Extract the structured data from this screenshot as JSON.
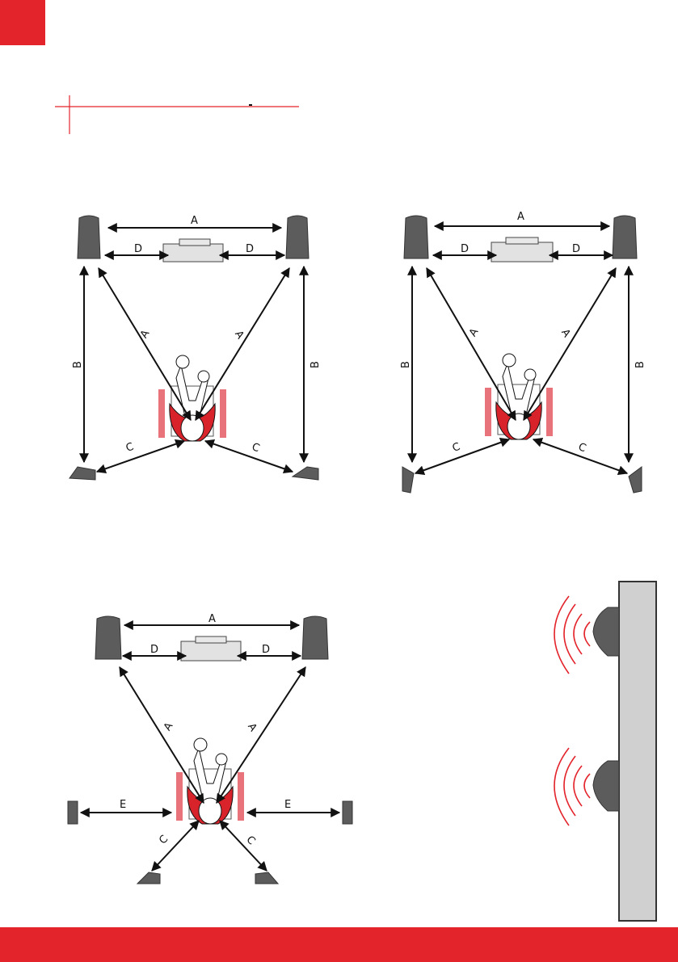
{
  "labels": {
    "a": "A",
    "b": "B",
    "c": "C",
    "d": "D",
    "e": "E"
  },
  "colors": {
    "accent": "#e3242b",
    "speaker": "#5c5c5c",
    "chair": "#e8737a",
    "wall": "#d0d0d0"
  }
}
